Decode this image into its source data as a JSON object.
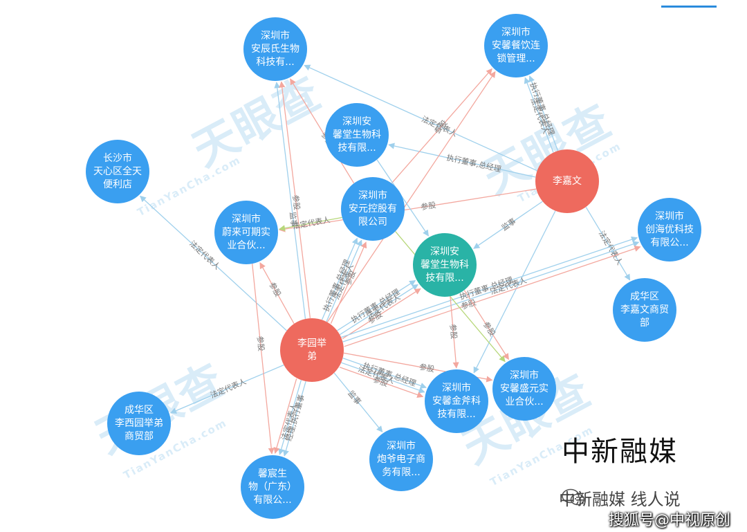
{
  "watermark": {
    "brand": "天眼查",
    "url": "TianYanCha.com"
  },
  "brand_overlay": "中新融媒",
  "footer": {
    "line1": "中新融媒 线人说",
    "line2": "搜狐号@中视原创"
  },
  "colors": {
    "company": "#3a9ff0",
    "person": "#ee6a5e",
    "focus": "#29b3a6",
    "edge_blue": "#9fd0ec",
    "edge_red": "#f3a79e",
    "edge_green": "#b7d77a"
  },
  "nodes": [
    {
      "id": "anchen",
      "type": "company",
      "lines": [
        "深圳市",
        "安辰氏生物",
        "科技有..."
      ]
    },
    {
      "id": "canyin",
      "type": "company",
      "lines": [
        "深圳市",
        "安馨餐饮连",
        "锁管理..."
      ]
    },
    {
      "id": "anxintang1",
      "type": "company",
      "lines": [
        "深圳安",
        "馨堂生物科",
        "技有限..."
      ]
    },
    {
      "id": "changsha",
      "type": "company",
      "lines": [
        "长沙市",
        "天心区全天",
        "便利店"
      ]
    },
    {
      "id": "anyuan",
      "type": "company",
      "lines": [
        "深圳市",
        "安元控股有",
        "限公司"
      ]
    },
    {
      "id": "weilai",
      "type": "company",
      "lines": [
        "深圳市",
        "蔚来可期实",
        "业合伙..."
      ]
    },
    {
      "id": "lijiawen",
      "type": "person",
      "lines": [
        "李嘉文"
      ]
    },
    {
      "id": "chuanghai",
      "type": "company",
      "lines": [
        "深圳市",
        "创海优科技",
        "有限公..."
      ]
    },
    {
      "id": "anxintang2",
      "type": "focus",
      "lines": [
        "深圳安",
        "馨堂生物科",
        "技有限..."
      ]
    },
    {
      "id": "chenghua_ljw",
      "type": "company",
      "lines": [
        "成华区",
        "李嘉文商贸",
        "部"
      ]
    },
    {
      "id": "liyuanjudi",
      "type": "person",
      "lines": [
        "李园举",
        "弟"
      ]
    },
    {
      "id": "chenghua_lxy",
      "type": "company",
      "lines": [
        "成华区",
        "李西园举弟",
        "商贸部"
      ]
    },
    {
      "id": "jinqi",
      "type": "company",
      "lines": [
        "深圳市",
        "安馨金斧科",
        "技有限..."
      ]
    },
    {
      "id": "shengyuan",
      "type": "company",
      "lines": [
        "深圳市",
        "安馨盛元实",
        "业合伙..."
      ]
    },
    {
      "id": "paoye",
      "type": "company",
      "lines": [
        "深圳市",
        "炮爷电子商",
        "务有限..."
      ]
    },
    {
      "id": "xinchen",
      "type": "company",
      "lines": [
        "馨宸生",
        "物（广东）",
        "有限公..."
      ]
    }
  ],
  "edges": [
    {
      "from": "lijiawen",
      "to": "anchen",
      "color": "blue",
      "label": "法定代表人"
    },
    {
      "from": "lijiawen",
      "to": "canyin",
      "color": "blue",
      "label": "法定代表人"
    },
    {
      "from": "lijiawen",
      "to": "canyin",
      "color": "blue",
      "label": "执行董事,总经理"
    },
    {
      "from": "lijiawen",
      "to": "anxintang1",
      "color": "blue",
      "label": "执行董事,总经理"
    },
    {
      "from": "lijiawen",
      "to": "anxintang2",
      "color": "blue",
      "label": "监事"
    },
    {
      "from": "lijiawen",
      "to": "chenghua_ljw",
      "color": "blue",
      "label": "法定代表人"
    },
    {
      "from": "lijiawen",
      "to": "weilai",
      "color": "red",
      "label": "参股"
    },
    {
      "from": "lijiawen",
      "to": "jinqi",
      "color": "blue",
      "label": ""
    },
    {
      "from": "liyuanjudi",
      "to": "changsha",
      "color": "blue",
      "label": "法定代表人"
    },
    {
      "from": "liyuanjudi",
      "to": "anchen",
      "color": "blue",
      "label": "监事"
    },
    {
      "from": "liyuanjudi",
      "to": "anchen",
      "color": "red",
      "label": "参股"
    },
    {
      "from": "liyuanjudi",
      "to": "weilai",
      "color": "red",
      "label": "参股"
    },
    {
      "from": "liyuanjudi",
      "to": "anyuan",
      "color": "blue",
      "label": "执行董事,总经理"
    },
    {
      "from": "liyuanjudi",
      "to": "anyuan",
      "color": "blue",
      "label": "法定代表人"
    },
    {
      "from": "liyuanjudi",
      "to": "anyuan",
      "color": "red",
      "label": "参股"
    },
    {
      "from": "liyuanjudi",
      "to": "canyin",
      "color": "red",
      "label": "参股"
    },
    {
      "from": "liyuanjudi",
      "to": "anxintang2",
      "color": "blue",
      "label": "执行董事,总经理"
    },
    {
      "from": "liyuanjudi",
      "to": "anxintang2",
      "color": "blue",
      "label": "法定代表人"
    },
    {
      "from": "liyuanjudi",
      "to": "anxintang2",
      "color": "red",
      "label": "参股"
    },
    {
      "from": "liyuanjudi",
      "to": "chuanghai",
      "color": "blue",
      "label": "执行董事,总经理"
    },
    {
      "from": "liyuanjudi",
      "to": "chuanghai",
      "color": "blue",
      "label": "法定代表人"
    },
    {
      "from": "liyuanjudi",
      "to": "chuanghai",
      "color": "red",
      "label": "参股"
    },
    {
      "from": "liyuanjudi",
      "to": "chenghua_lxy",
      "color": "blue",
      "label": "法定代表人"
    },
    {
      "from": "liyuanjudi",
      "to": "jinqi",
      "color": "blue",
      "label": "执行董事,总经理"
    },
    {
      "from": "liyuanjudi",
      "to": "jinqi",
      "color": "blue",
      "label": "法定代表人"
    },
    {
      "from": "liyuanjudi",
      "to": "jinqi",
      "color": "red",
      "label": "参股"
    },
    {
      "from": "liyuanjudi",
      "to": "shengyuan",
      "color": "red",
      "label": "参股"
    },
    {
      "from": "liyuanjudi",
      "to": "paoye",
      "color": "blue",
      "label": "监事"
    },
    {
      "from": "liyuanjudi",
      "to": "xinchen",
      "color": "blue",
      "label": "经理,执行董事"
    },
    {
      "from": "liyuanjudi",
      "to": "xinchen",
      "color": "blue",
      "label": "法定代表人"
    },
    {
      "from": "liyuanjudi",
      "to": "xinchen",
      "color": "red",
      "label": ""
    },
    {
      "from": "anyuan",
      "to": "weilai",
      "color": "green",
      "label": "法定代表人"
    },
    {
      "from": "anyuan",
      "to": "shengyuan",
      "color": "green",
      "label": ""
    },
    {
      "from": "anyuan",
      "to": "anchen",
      "color": "red",
      "label": "参股"
    },
    {
      "from": "anyuan",
      "to": "canyin",
      "color": "red",
      "label": "参股"
    },
    {
      "from": "anxintang1",
      "to": "anxintang2",
      "color": "blue",
      "label": ""
    },
    {
      "from": "weilai",
      "to": "xinchen",
      "color": "red",
      "label": "参股"
    },
    {
      "from": "anxintang2",
      "to": "jinqi",
      "color": "red",
      "label": "参股"
    },
    {
      "from": "anxintang2",
      "to": "shengyuan",
      "color": "red",
      "label": "参股"
    }
  ]
}
